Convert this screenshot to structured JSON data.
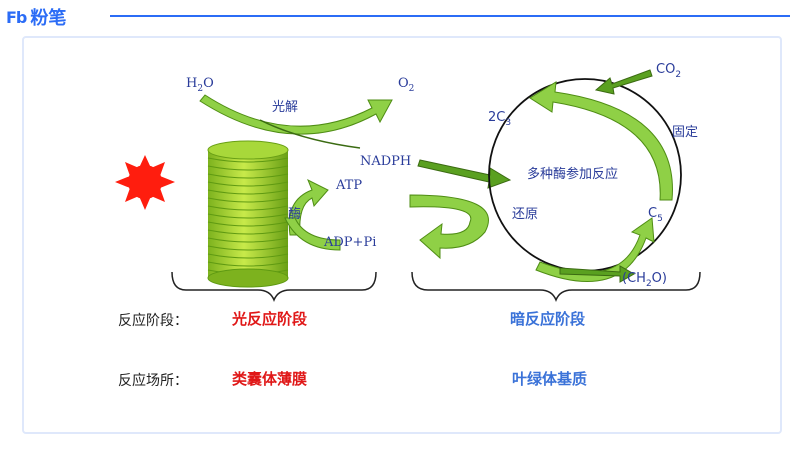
{
  "brand": {
    "logo_mark": "Fb",
    "logo_text": "粉笔"
  },
  "colors": {
    "arrow_green": "#86c83a",
    "arrow_dark": "#4f8d14",
    "sun": "#ff1d0e",
    "text_blue": "#2a3c9a",
    "red": "#e01818",
    "blue": "#3a72d8",
    "frame": "#dfe8fb"
  },
  "light_reaction": {
    "h2o": "H",
    "h2o_sub": "2",
    "h2o_end": "O",
    "o2": "O",
    "o2_sub": "2",
    "photolysis": "光解",
    "nadph": "NADPH",
    "atp": "ATP",
    "adp": "ADP+Pi",
    "enzyme": "酶"
  },
  "dark_reaction": {
    "co2": "CO",
    "co2_sub": "2",
    "c3_pre": "2C",
    "c3_sub": "3",
    "fixation": "固定",
    "center": "多种酶参加反应",
    "reduction": "还原",
    "c5": "C",
    "c5_sub": "5",
    "ch2o_pre": "(CH",
    "ch2o_sub": "2",
    "ch2o_end": "O)"
  },
  "table": {
    "stage_label": "反应阶段：",
    "light_stage": "光反应阶段",
    "dark_stage": "暗反应阶段",
    "site_label": "反应场所：",
    "light_site": "类囊体薄膜",
    "dark_site": "叶绿体基质"
  }
}
